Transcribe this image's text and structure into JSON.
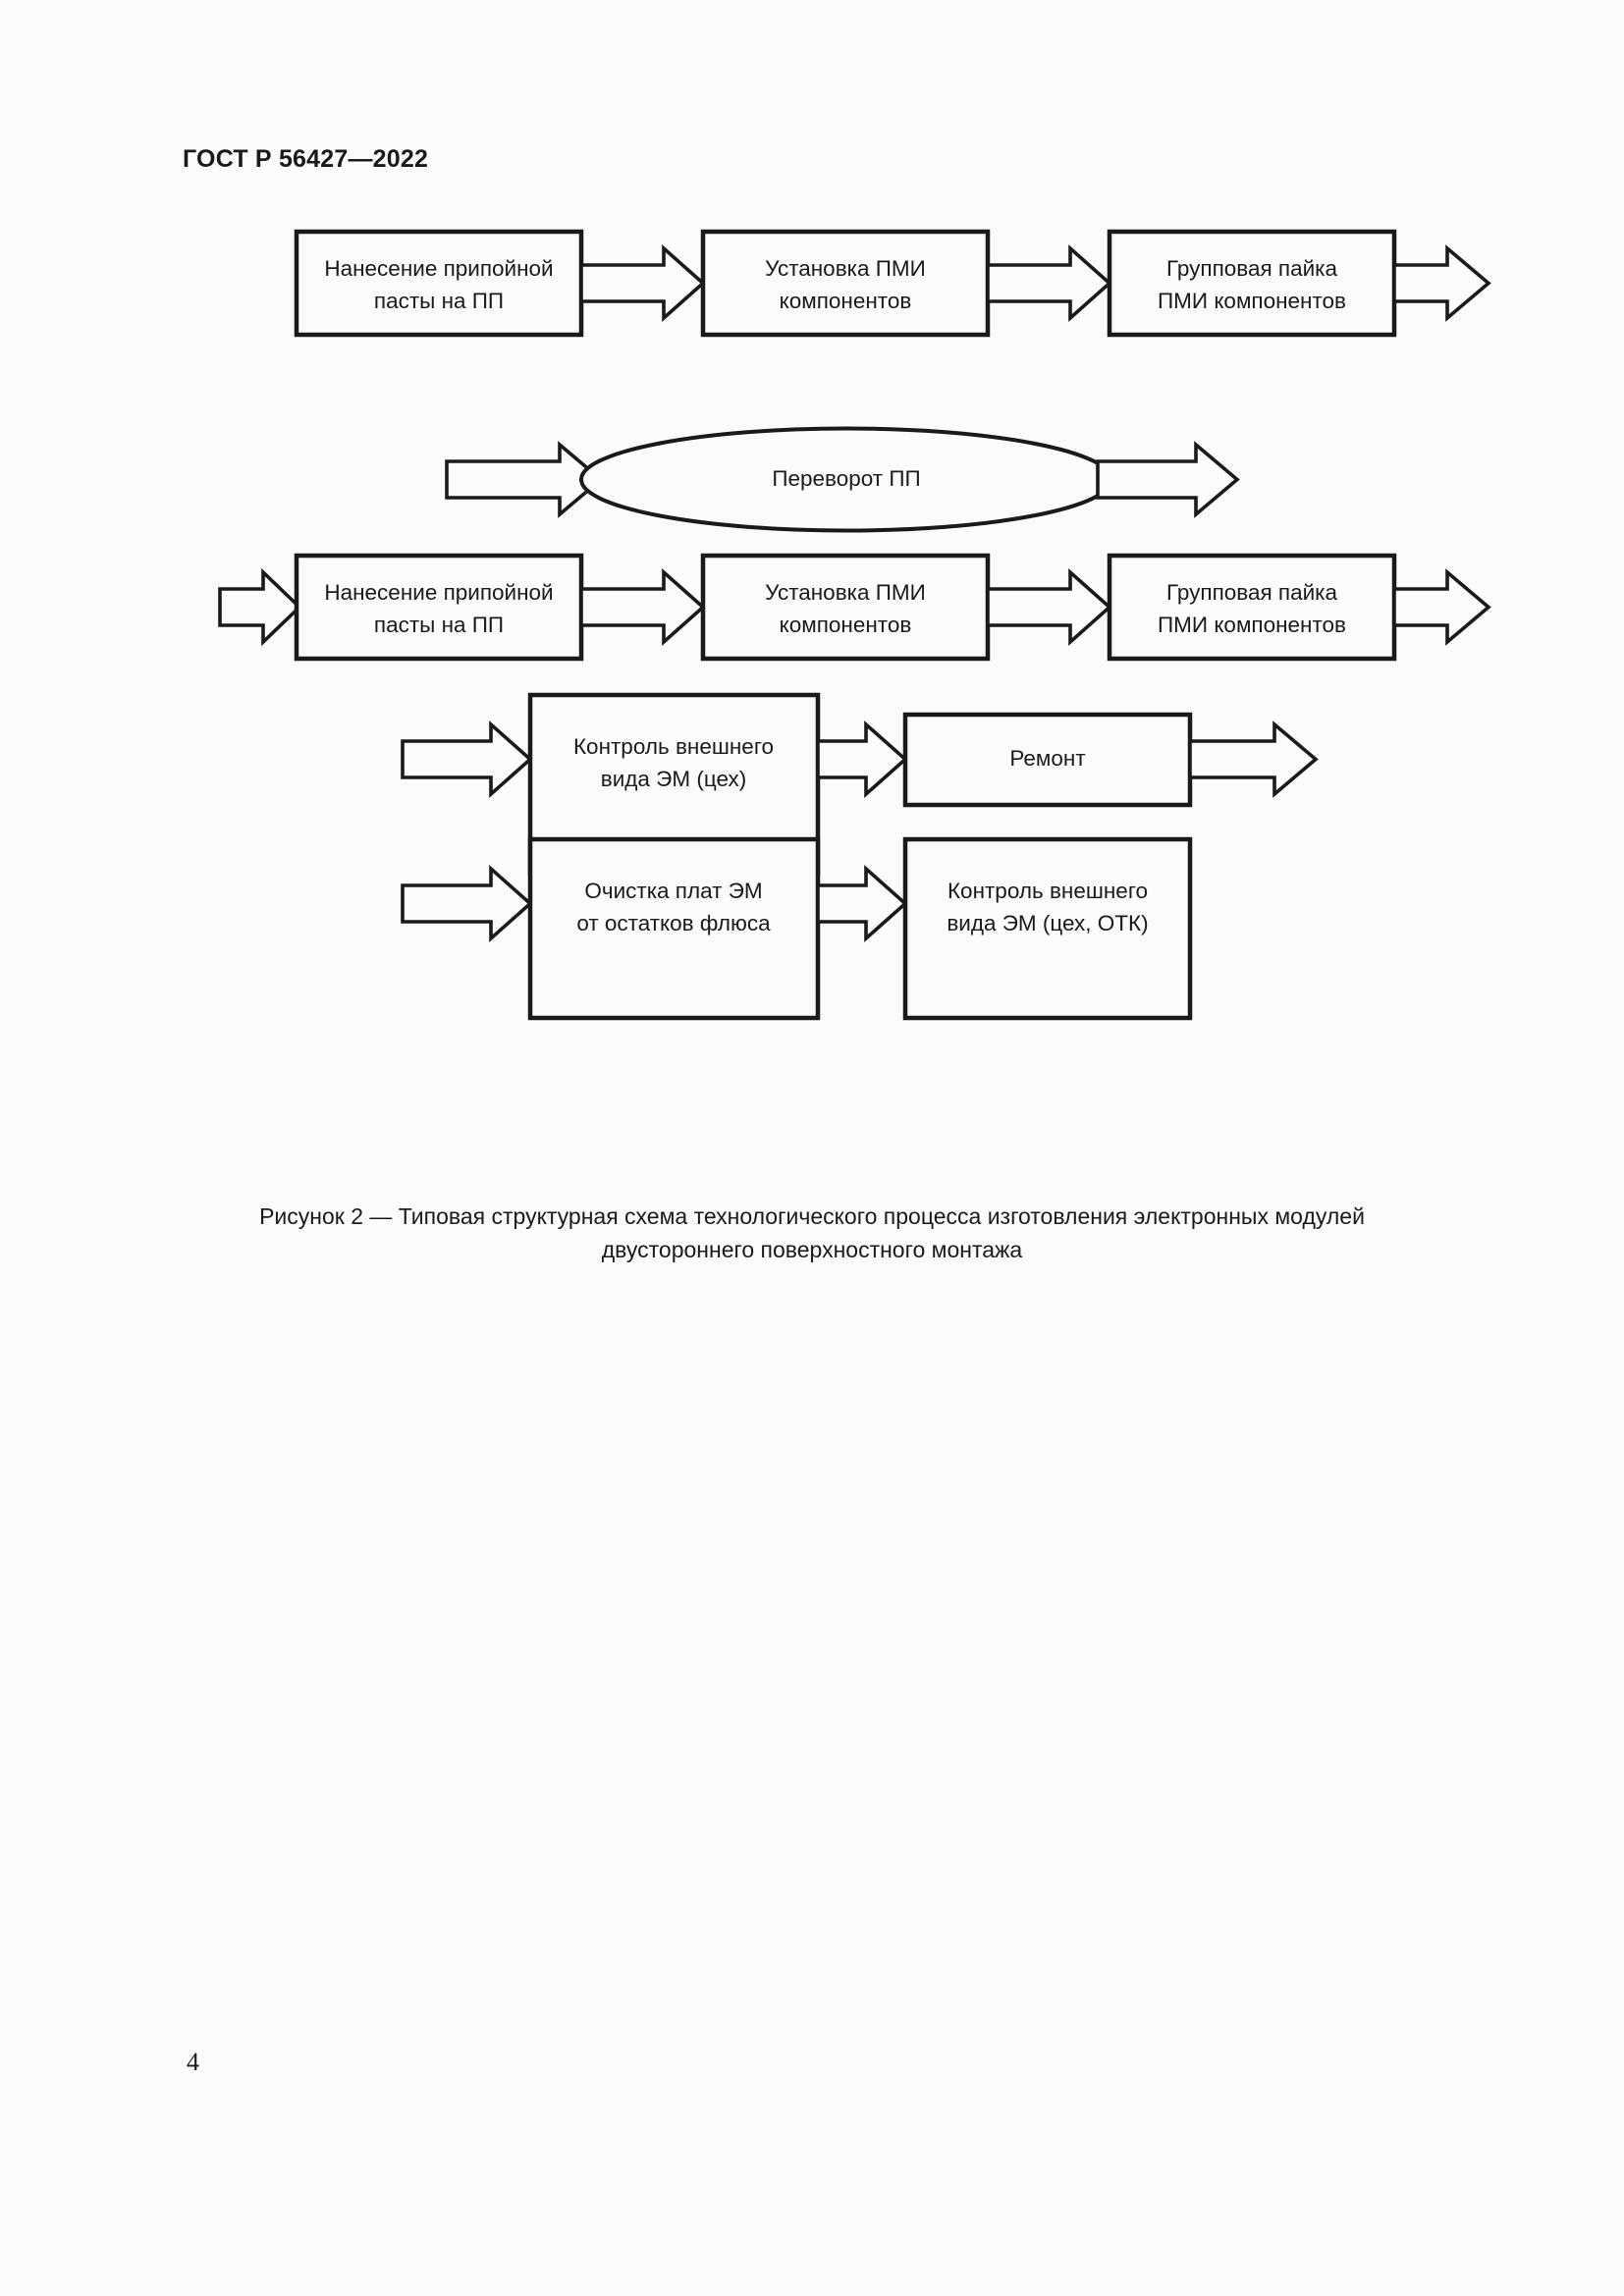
{
  "document": {
    "header": "ГОСТ Р 56427—2022",
    "page_number": "4"
  },
  "figure": {
    "caption_line1": "Рисунок 2 — Типовая структурная схема технологического процесса изготовления электронных модулей",
    "caption_line2": "двустороннего поверхностного монтажа",
    "colors": {
      "stroke": "#1a1a1a",
      "fill": "#fbfbfb",
      "page_background": "#fbfbfb"
    },
    "nodes": {
      "r1_paste_line1": "Нанесение припойной",
      "r1_paste_line2": "пасты на ПП",
      "r1_place_line1": "Установка ПМИ",
      "r1_place_line2": "компонентов",
      "r1_solder_line1": "Групповая пайка",
      "r1_solder_line2": "ПМИ компонентов",
      "r2_flip": "Переворот ПП",
      "r3_paste_line1": "Нанесение припойной",
      "r3_paste_line2": "пасты на ПП",
      "r3_place_line1": "Установка ПМИ",
      "r3_place_line2": "компонентов",
      "r3_solder_line1": "Групповая пайка",
      "r3_solder_line2": "ПМИ компонентов",
      "r4_inspect_line1": "Контроль внешнего",
      "r4_inspect_line2": "вида ЭМ (цех)",
      "r4_repair": "Ремонт",
      "r5_clean_line1": "Очистка плат ЭМ",
      "r5_clean_line2": "от остатков флюса",
      "r5_inspect_line1": "Контроль внешнего",
      "r5_inspect_line2": "вида ЭМ (цех, ОТК)"
    }
  }
}
